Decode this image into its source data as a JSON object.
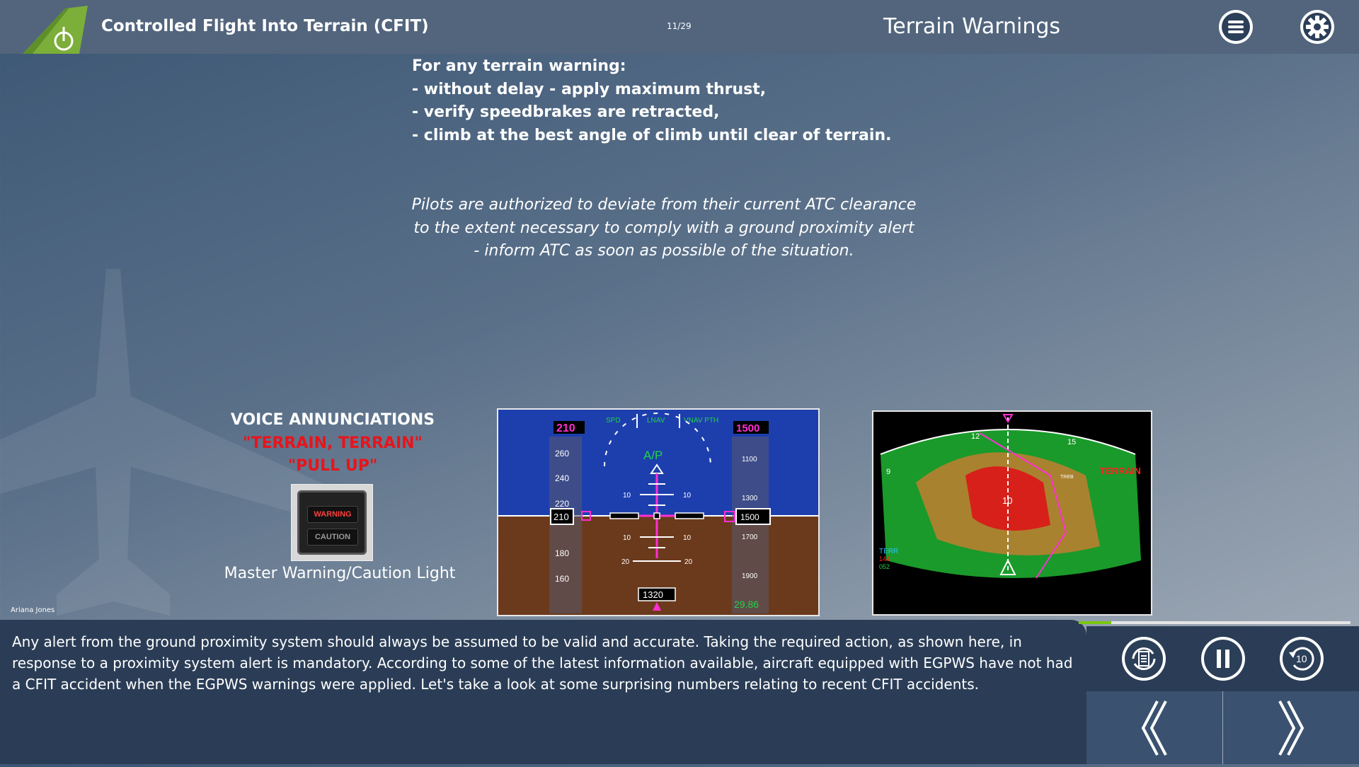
{
  "header": {
    "course_title": "Controlled Flight Into Terrain (CFIT)",
    "page_counter": "11/29",
    "section_title": "Terrain Warnings",
    "menu_icon": "menu-icon",
    "settings_icon": "gear-icon"
  },
  "procedure": {
    "lines": [
      "For any terrain warning:",
      "- without delay - apply maximum thrust,",
      "- verify speedbrakes are retracted,",
      "- climb at the best angle of climb until clear of terrain."
    ]
  },
  "note": {
    "lines": [
      "Pilots are authorized to deviate from their current ATC clearance",
      "to the extent necessary to comply with a ground proximity alert",
      "- inform ATC as soon as possible of the situation."
    ]
  },
  "voice": {
    "title": "VOICE ANNUNCIATIONS",
    "line1": "\"TERRAIN, TERRAIN\"",
    "line2": "\"PULL UP\""
  },
  "master_light": {
    "warning_label": "WARNING",
    "caution_label": "CAUTION",
    "caption": "Master Warning/Caution Light"
  },
  "pfd": {
    "modes": [
      "SPD",
      "LNAV",
      "VNAV PTH"
    ],
    "selected_speed": "210",
    "selected_altitude": "1500",
    "ap_status": "A/P",
    "speed_ticks": [
      "260",
      "240",
      "220",
      "180",
      "160"
    ],
    "current_speed": "210",
    "alt_ticks": [
      "1100",
      "1300",
      "1700",
      "1900"
    ],
    "current_altitude": "1500",
    "pitch_ticks": [
      "10",
      "10",
      "10",
      "10",
      "20",
      "20"
    ],
    "heading": "1320",
    "baro": "29.86"
  },
  "nd": {
    "terrain_label": "TERRAIN",
    "terr_label": "TERR",
    "terr_value_top": "144",
    "terr_value_bottom": "052",
    "range_label": "10",
    "compass_ticks": [
      "9",
      "12",
      "15"
    ],
    "fix_label": "TREB"
  },
  "author": "Ariana Jones",
  "transcript": "Any alert from the ground proximity system should always be assumed to be valid and accurate. Taking the required action, as shown here, in response to a proximity system alert is mandatory. According to some of the latest information available, aircraft equipped with EGPWS have not had a CFIT accident when the EGPWS warnings were applied. Let's take a look at some surprising numbers relating to recent CFIT accidents.",
  "player": {
    "progress": 0.12,
    "progress_color": "#7ac70c",
    "transcript_icon": "transcript-icon",
    "pause_icon": "pause-icon",
    "replay_icon": "replay-10-icon",
    "replay_label": "10",
    "prev_icon": "chevron-left-icon",
    "next_icon": "chevron-right-icon"
  }
}
